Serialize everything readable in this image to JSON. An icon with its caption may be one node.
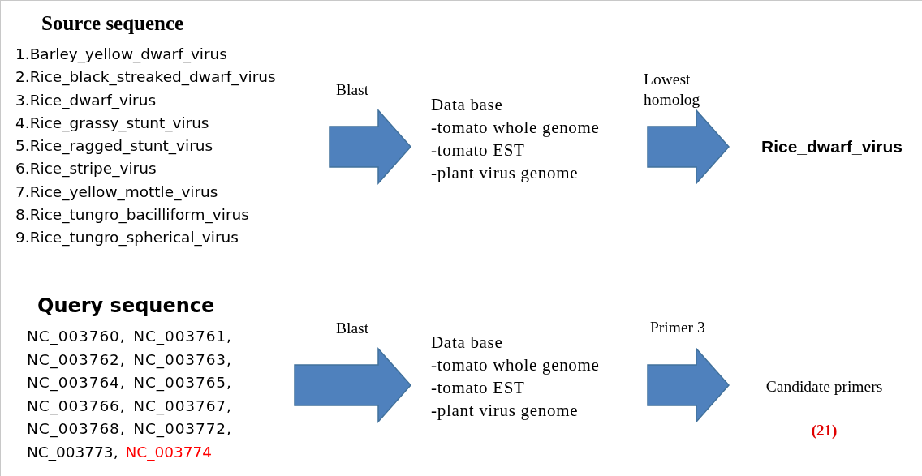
{
  "diagram": {
    "nodes": [
      {
        "text": [
          "Source sequence",
          "1.Barley_yellow_dwarf_virus",
          "2.Rice_black_streaked_dwarf_virus",
          "3.Rice_dwarf_virus",
          "4.Rice_grassy_stunt_virus",
          "5.Rice_ragged_stunt_virus",
          "6.Rice_stripe_virus",
          "7.Rice_yellow_mottle_virus",
          "8.Rice_tungro_bacilliform_virus",
          "9.Rice_tungro_spherical_virus"
        ]
      },
      {
        "text": [
          "Data base",
          "-tomato whole genome",
          "-tomato EST",
          "-plant virus genome"
        ]
      },
      {
        "text": [
          "Rice_dwarf_virus"
        ]
      },
      {
        "text": [
          "Query sequence",
          "NC_003760, NC_003761,",
          "NC_003762, NC_003763,",
          "NC_003764, NC_003765,",
          "NC_003766, NC_003767,",
          "NC_003768, NC_003772,",
          "NC_003773,"
        ]
      },
      {
        "text": [
          "NC_003774"
        ],
        "in": 3
      },
      {
        "text": [
          "Data base",
          "-tomato whole genome",
          "-tomato EST",
          "-plant virus genome"
        ]
      },
      {
        "text": [
          "Candidate primers",
          "(21)"
        ]
      }
    ],
    "edges": [
      {
        "from": 0,
        "to": 1,
        "arrow": "to",
        "label": "Blast"
      },
      {
        "from": 1,
        "to": 2,
        "arrow": "to",
        "label": "Lowest homolog"
      },
      {
        "from": 3,
        "to": 5,
        "arrow": "to",
        "label": "Blast"
      },
      {
        "from": 5,
        "to": 6,
        "arrow": "to",
        "label": "Primer 3"
      }
    ]
  }
}
